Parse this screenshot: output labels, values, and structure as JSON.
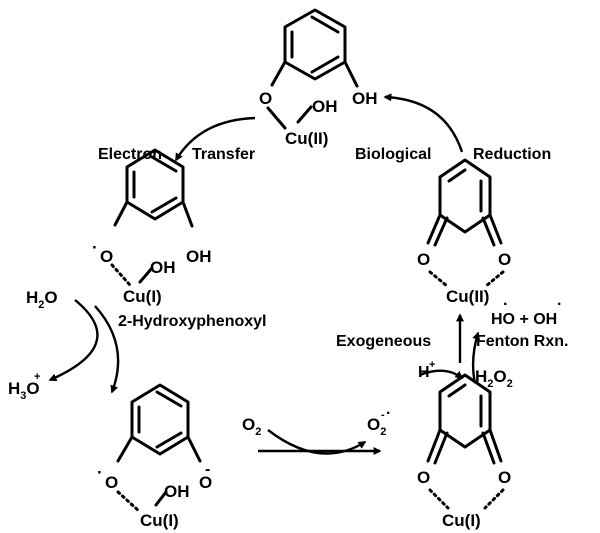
{
  "molecules": {
    "catechol_cu2": {
      "o_left": "O",
      "oh_right": "OH",
      "oh_cu": "OH",
      "cu": "Cu(II)"
    },
    "phenoxyl_cu1": {
      "o_left": "O",
      "oh_right": "OH",
      "oh_cu": "OH",
      "cu": "Cu(I)"
    },
    "catecholate_cu1": {
      "o_left": "O",
      "o_right": "O",
      "oh_cu": "OH",
      "cu": "Cu(I)"
    },
    "quinone_cu1": {
      "o_left": "O",
      "o_right": "O",
      "cu": "Cu(I)"
    },
    "quinone_cu2": {
      "o_left": "O",
      "o_right": "O",
      "cu": "Cu(II)"
    }
  },
  "labels": {
    "electron": "Electron",
    "transfer": "Transfer",
    "biological": "Biological",
    "reduction": "Reduction",
    "hydroxyphenoxyl": "2-Hydroxyphenoxyl",
    "exogeneous": "Exogeneous",
    "fenton": "Fenton Rxn.",
    "h_plus": "H",
    "plus_sign": "+",
    "radicals": "HO + OH",
    "dot": "·",
    "minus": "-"
  },
  "species": {
    "h2o": {
      "base": "H",
      "sub": "2",
      "tail": "O"
    },
    "h3o": {
      "base": "H",
      "sub": "3",
      "tail": "O"
    },
    "o2": {
      "base": "O",
      "sub": "2"
    },
    "superoxide": {
      "base": "O",
      "sub": "2"
    },
    "h2o2": {
      "base": "H",
      "sub": "2",
      "tail": "O",
      "sub2": "2"
    }
  }
}
